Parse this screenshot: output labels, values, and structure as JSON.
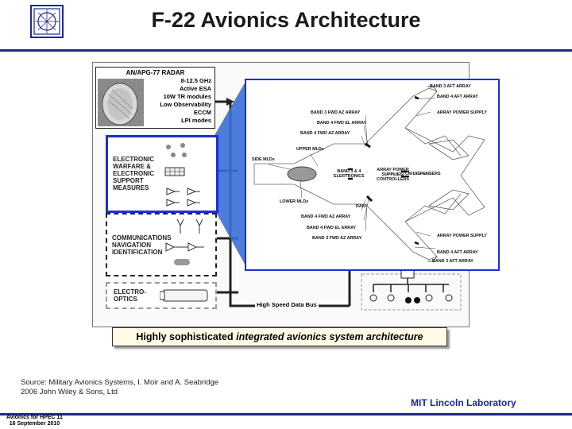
{
  "title": "F-22 Avionics Architecture",
  "radar": {
    "title": "AN/APG-77 RADAR",
    "specs": [
      "8-12.5 GHz",
      "Active ESA",
      "10W TR modules",
      "Low Observability",
      "ECCM",
      "LPI modes"
    ]
  },
  "ew_label": [
    "ELECTRONIC",
    "WARFARE &",
    "ELECTRONIC",
    "SUPPORT",
    "MEASURES"
  ],
  "comm_label": [
    "COMMUNICATIONS",
    "NAVIGATION",
    "IDENTIFICATION"
  ],
  "eo_label": [
    "ELECTRO-",
    "OPTICS"
  ],
  "bus_label": "High Speed Data Bus",
  "zoom_labels": {
    "band3_aft_top": "BAND 3 AFT ARRAY",
    "band4_aft_top": "BAND 4 AFT ARRAY",
    "array_power_top": "ARRAY POWER SUPPLY",
    "band3_fwd_az_top": "BAND 3 FWD AZ ARRAY",
    "band4_fwd_el_top": "BAND 4 FWD EL ARRAY",
    "band4_fwd_az_top": "BAND 4 FWD AZ ARRAY",
    "upper_mlds": "UPPER MLDs",
    "side_mlds": "SIDE MLDs",
    "band34_elec": "BAND 3 & 4\nELECTRONICS",
    "array_power_ctrl": "ARRAY POWER\nSUPPLIES/\nCONTROLLERS",
    "cm_dispensers": "CM DISPENSERS",
    "lower_mlds": "LOWER MLDs",
    "raiu": "RAIU",
    "band4_fwd_az_bot": "BAND 4 FWD AZ ARRAY",
    "band4_fwd_el_bot": "BAND 4 FWD EL ARRAY",
    "band3_fwd_az_bot": "BAND 3 FWD AZ ARRAY",
    "array_power_bot": "ARRAY POWER SUPPLY",
    "band4_aft_bot": "BAND 4 AFT ARRAY",
    "band3_aft_bot": "BAND 3 AFT ARRAY"
  },
  "callout": {
    "prefix": "Highly sophisticated ",
    "emphasis": "integrated avionics system architecture"
  },
  "source": {
    "line1": "Source: Military Avionics Systems,  I. Moir and A. Seabridge",
    "line2": "2006 John Wiley & Sons, Ltd"
  },
  "org": "MIT Lincoln Laboratory",
  "footer": {
    "line1": "Avionics for HPEC  11",
    "line2": "16 September 2010"
  },
  "colors": {
    "accent": "#1d2a8a",
    "highlight": "#1c2fd0",
    "callout_bg": "#fffbe6"
  }
}
